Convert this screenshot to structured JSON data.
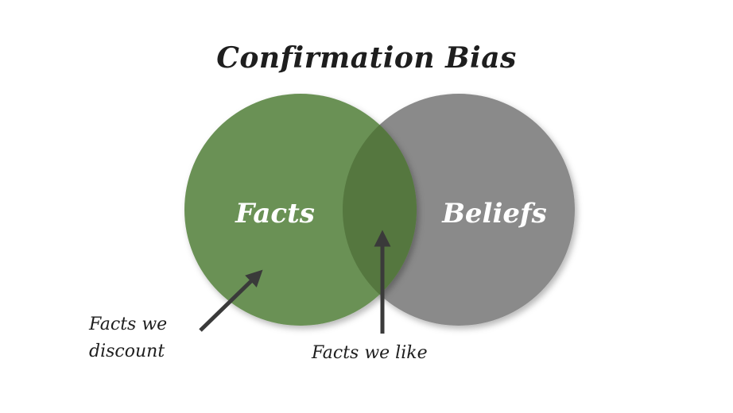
{
  "title": "Confirmation Bias",
  "circles": {
    "left": {
      "label": "Facts",
      "color": "#6a9155"
    },
    "right": {
      "label": "Beliefs",
      "color": "#8a8a8a"
    },
    "overlap_color": "#55773f"
  },
  "annotations": {
    "discount_line1": "Facts we",
    "discount_line2": "discount",
    "like": "Facts we like"
  }
}
